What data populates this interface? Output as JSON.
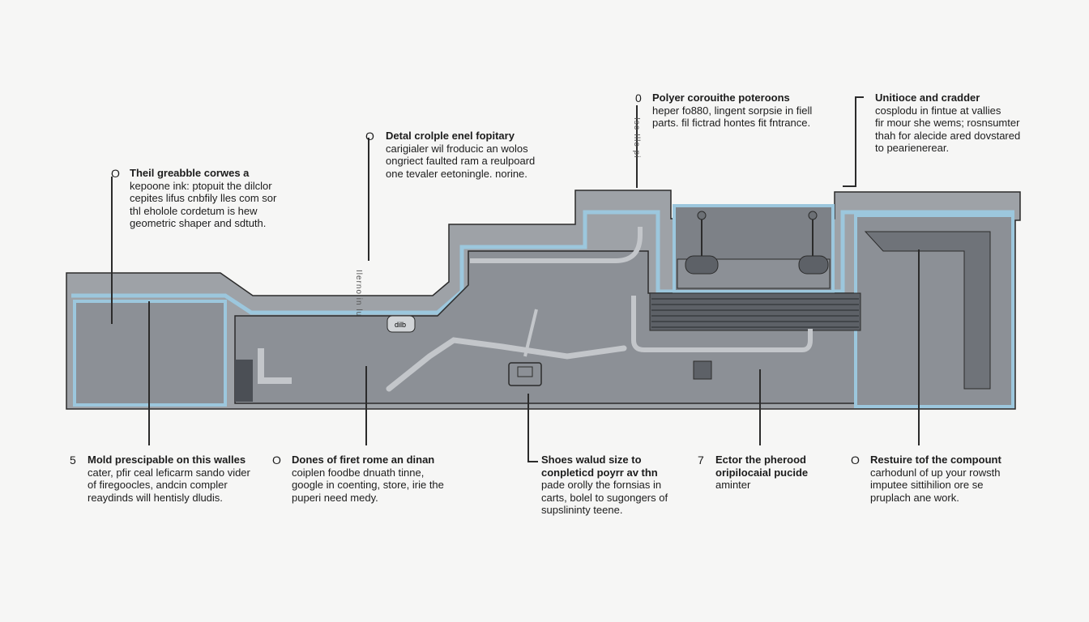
{
  "callouts": [
    {
      "id": "c1",
      "marker": "O",
      "lines": [
        "Theil greabble corwes a",
        "kepoone ink: ptopuit the dilclor",
        "cepites lifus cnbfily lles com sor",
        "thl eholole cordetum is hew",
        "geometric shaper and sdtuth."
      ]
    },
    {
      "id": "c2",
      "marker": "O",
      "lines": [
        "Detal crolple enel fopitary",
        "carigialer wil froducic an wolos",
        "ongriect faulted ram a reulpoard",
        "one tevaler eetoningle. norine."
      ]
    },
    {
      "id": "c3",
      "marker": "0",
      "lines": [
        "Polyer corouithe poteroons",
        "heper fo880, lingent sorpsie in fiell",
        "parts. fil fictrad hontes fit fntrance."
      ]
    },
    {
      "id": "c4",
      "marker": "",
      "lines": [
        "Unitioce and cradder",
        "cosplodu in fintue at vallies",
        "fir mour she wems; rosnsumter",
        "thah for alecide ared dovstared",
        "to pearienerear."
      ]
    },
    {
      "id": "c5",
      "marker": "5",
      "lines": [
        "Mold prescipable on this walles",
        "cater, pfir ceal leficarm sando vider",
        "of firegoocles, andcin compler",
        "reaydinds will hentisly dludis."
      ]
    },
    {
      "id": "c6",
      "marker": "O",
      "lines": [
        "Dones of firet rome an dinan",
        "coiplen foodbe dnuath tinne,",
        "google in coenting, store, irie the",
        "puperi need medy."
      ]
    },
    {
      "id": "c7",
      "marker": "",
      "lines": [
        "Shoes walud size to",
        "conpleticd poyrr av thn",
        "pade orolly the fornsias in",
        "carts, bolel to sugongers of",
        "supslininty teene."
      ]
    },
    {
      "id": "c8",
      "marker": "7",
      "lines": [
        "Ector the pherood",
        "oripilocaial pucide",
        "aminter"
      ]
    },
    {
      "id": "c9",
      "marker": "O",
      "lines": [
        "Restuire tof the compount",
        "carhodunl of up your rowsth",
        "imputee sittihilion ore se",
        "pruplach ane work."
      ]
    }
  ],
  "vertical_texts": [
    "Ilerno in lu",
    "Iso Illo pi"
  ],
  "component_label": "dilb",
  "colors": {
    "outer": "#9ea2a7",
    "inner": "#8c9096",
    "accent": "#9cc7dd",
    "line": "#2b2b2b",
    "pipe": "#c3c6ca",
    "bg": "#f6f6f5"
  }
}
